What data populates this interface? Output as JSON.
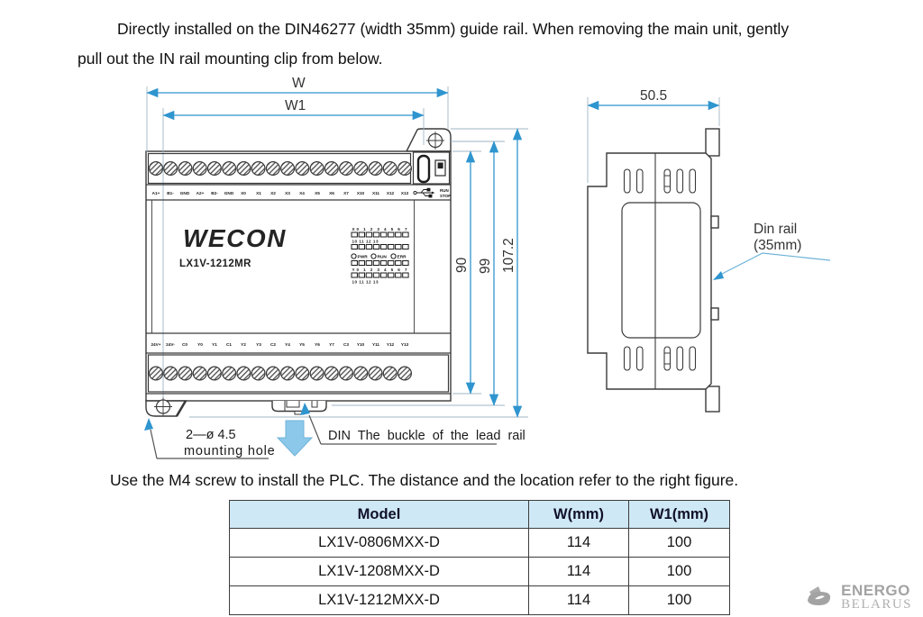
{
  "page": {
    "intro_line1": "Directly installed on the DIN46277 (width 35mm) guide rail. When removing the main unit, gently",
    "intro_line2": "pull out the IN rail mounting clip from below.",
    "install_note": "Use the M4 screw to install the PLC. The distance and the location refer to the right figure."
  },
  "diagram": {
    "front": {
      "dim_w": "W",
      "dim_w1": "W1",
      "dim_h_body": "90",
      "dim_h_mid": "99",
      "dim_h_total": "107.2",
      "brand": "WECON",
      "model": "LX1V-1212MR",
      "run_label": "RUN",
      "stop_label": "STOP",
      "top_terminals": [
        "A1+",
        "B1-",
        "GND",
        "A2+",
        "B2-",
        "GND",
        "X0",
        "X1",
        "X2",
        "X3",
        "X4",
        "X5",
        "X6",
        "X7",
        "X10",
        "X11",
        "X12",
        "X13"
      ],
      "bottom_terminals": [
        "24V+",
        "24V-",
        "C0",
        "Y0",
        "Y1",
        "C1",
        "Y2",
        "Y3",
        "C2",
        "Y4",
        "Y5",
        "Y6",
        "Y7",
        "C3",
        "Y10",
        "Y11",
        "Y12",
        "Y13"
      ],
      "led": {
        "x_row1": [
          "X0",
          "1",
          "2",
          "3",
          "4",
          "5",
          "6",
          "7"
        ],
        "x_row2": [
          "10",
          "11",
          "12",
          "13"
        ],
        "status": [
          "PWR",
          "RUN",
          "ERR"
        ],
        "y_row1": [
          "Y0",
          "1",
          "2",
          "3",
          "4",
          "5",
          "6",
          "7"
        ],
        "y_row2": [
          "10",
          "11",
          "12",
          "13"
        ]
      }
    },
    "side": {
      "dim_depth": "50.5",
      "din_rail_line1": "Din rail",
      "din_rail_line2": "(35mm)"
    },
    "annotations": {
      "mounting_hole_line1": "2—ø 4.5",
      "mounting_hole_line2": "mounting hole",
      "din_buckle": "DIN The buckle of the lead rail"
    }
  },
  "table": {
    "headers": [
      "Model",
      "W(mm)",
      "W1(mm)"
    ],
    "rows": [
      {
        "model": "LX1V-0806MXX-D",
        "w": "114",
        "w1": "100"
      },
      {
        "model": "LX1V-1208MXX-D",
        "w": "114",
        "w1": "100"
      },
      {
        "model": "LX1V-1212MXX-D",
        "w": "114",
        "w1": "100"
      }
    ]
  },
  "watermark": {
    "line1": "ENERGO",
    "line2": "BELARUS"
  },
  "colors": {
    "dimension_blue": "#2f95cf",
    "big_arrow_fill": "#8cc8ea",
    "table_header_bg": "#cfe8f5",
    "drawing_line": "#3a3a3a",
    "watermark_gray": "#a3a3a3"
  }
}
